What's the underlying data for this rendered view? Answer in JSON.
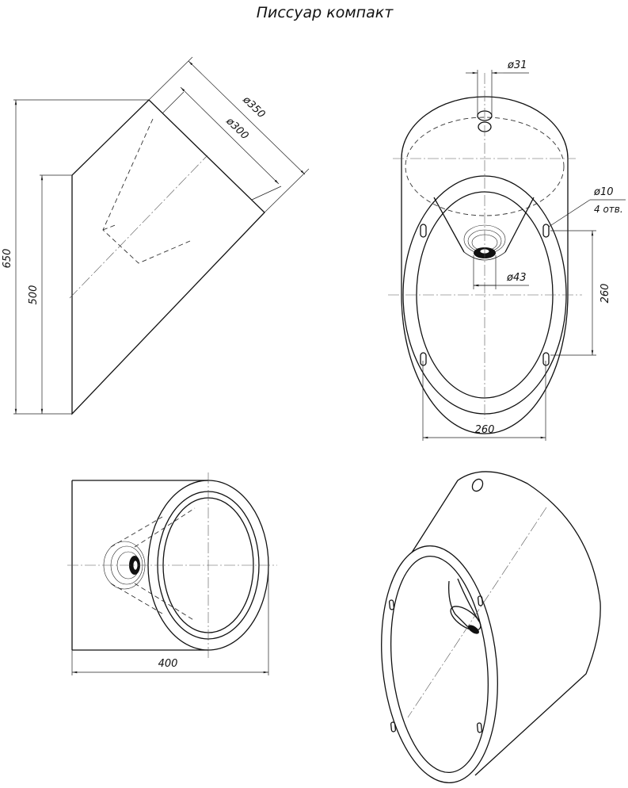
{
  "title": "Писсуар компакт",
  "dimensions": {
    "height_total": "650",
    "height_front": "500",
    "dia_outer": "ø350",
    "dia_inner": "ø300",
    "dia_top_hole": "ø31",
    "dia_mount_holes": "ø10",
    "mount_holes_count": "4 отв.",
    "dia_drain": "ø43",
    "hole_spacing_vertical": "260",
    "hole_spacing_horizontal": "260",
    "depth": "400"
  }
}
